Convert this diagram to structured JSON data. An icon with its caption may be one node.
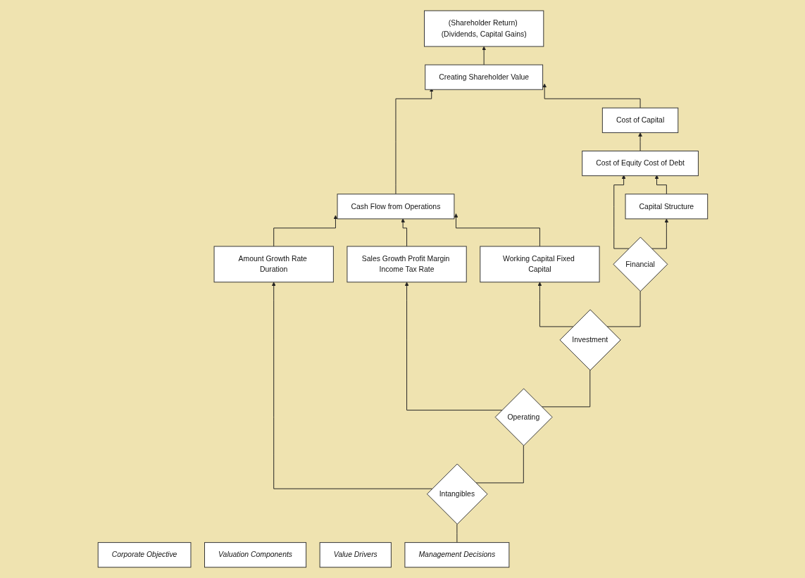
{
  "diagram": {
    "nodes": [
      {
        "text": [
          "Corporate Objective"
        ]
      },
      {
        "text": [
          "Creating Shareholder Value"
        ]
      },
      {
        "text": [
          "(Shareholder Return) (Dividends, Capital Gains)"
        ]
      },
      {
        "text": [
          "Valuation Components"
        ]
      },
      {
        "text": [
          "Cash Flow from Operations"
        ]
      },
      {
        "text": [
          "Cost of Capital"
        ]
      },
      {
        "text": [
          "Cost of Equity Cost of Debt"
        ]
      },
      {
        "text": [
          "Value Drivers"
        ]
      },
      {
        "text": [
          "Amount Growth Rate Duration"
        ]
      },
      {
        "text": [
          "Sales Growth Profit Margin Income Tax Rate"
        ]
      },
      {
        "text": [
          "Working Capital Fixed Capital"
        ]
      },
      {
        "text": [
          "Capital Structure"
        ]
      },
      {
        "text": [
          "Management Decisions"
        ]
      },
      {
        "text": [
          "Intangibles"
        ]
      },
      {
        "text": [
          "Operating"
        ]
      },
      {
        "text": [
          "Investment"
        ]
      },
      {
        "text": [
          "Financial"
        ]
      }
    ],
    "edges": [
      {
        "from": 1,
        "to": 2,
        "arrow": "to"
      },
      {
        "from": 4,
        "to": 1,
        "arrow": "to"
      },
      {
        "from": 5,
        "to": 1,
        "arrow": "to"
      },
      {
        "from": 6,
        "to": 5,
        "arrow": "to"
      },
      {
        "from": 16,
        "to": 6,
        "arrow": "to"
      },
      {
        "from": 8,
        "to": 4,
        "arrow": "to"
      },
      {
        "from": 9,
        "to": 4,
        "arrow": "to"
      },
      {
        "from": 10,
        "to": 4,
        "arrow": "to"
      },
      {
        "from": 11,
        "to": 6,
        "arrow": "to"
      },
      {
        "from": 13,
        "to": 8,
        "arrow": "to"
      },
      {
        "from": 14,
        "to": 9,
        "arrow": "to"
      },
      {
        "from": 15,
        "to": 10,
        "arrow": "to"
      },
      {
        "from": 16,
        "to": 11,
        "arrow": "to"
      },
      {
        "from": 12,
        "to": 13,
        "arrow": "none"
      },
      {
        "from": 13,
        "to": 14,
        "arrow": "none"
      },
      {
        "from": 14,
        "to": 15,
        "arrow": "none"
      },
      {
        "from": 15,
        "to": 16,
        "arrow": "none"
      }
    ]
  }
}
